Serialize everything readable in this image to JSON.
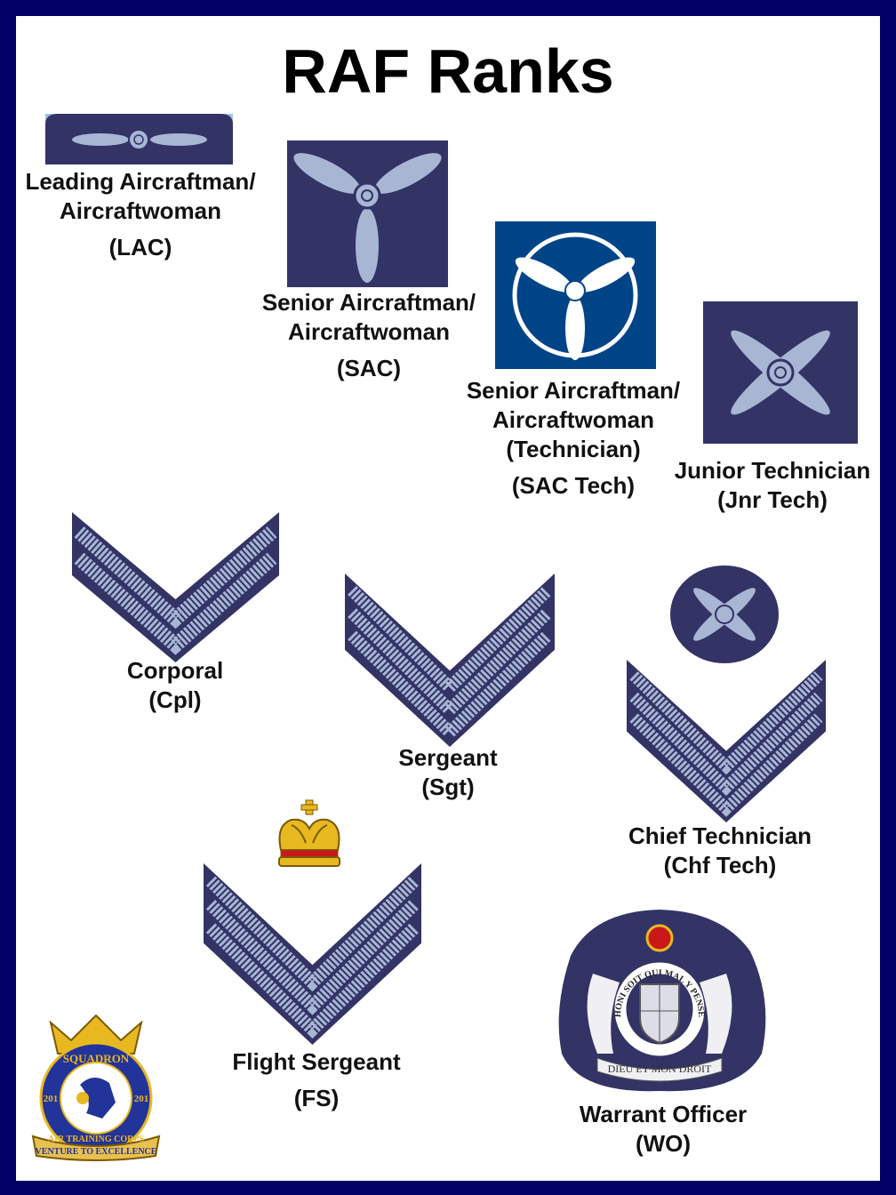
{
  "title": "RAF Ranks",
  "colors": {
    "frame": "#000066",
    "badge_navy": "#333366",
    "badge_light": "#a8b6d4",
    "sac_tech_blue": "#004488",
    "crown_gold": "#e8b820"
  },
  "ranks": [
    {
      "name_lines": [
        "Leading Aircraftman/",
        "Aircraftwoman"
      ],
      "abbr": "(LAC)",
      "icon": "two-blade-propeller-icon"
    },
    {
      "name_lines": [
        "Senior Aircraftman/",
        "Aircraftwoman"
      ],
      "abbr": "(SAC)",
      "icon": "three-blade-propeller-icon"
    },
    {
      "name_lines": [
        "Senior Aircraftman/",
        "Aircraftwoman",
        "(Technician)"
      ],
      "abbr": "(SAC Tech)",
      "icon": "ringed-propeller-icon"
    },
    {
      "name_lines": [
        "Junior Technician"
      ],
      "abbr": "(Jnr Tech)",
      "icon": "four-blade-propeller-icon"
    },
    {
      "name_lines": [
        "Corporal"
      ],
      "abbr": "(Cpl)",
      "icon": "two-chevron-icon"
    },
    {
      "name_lines": [
        "Sergeant"
      ],
      "abbr": "(Sgt)",
      "icon": "three-chevron-icon"
    },
    {
      "name_lines": [
        "Chief Technician"
      ],
      "abbr": "(Chf Tech)",
      "icon": "four-blade-propeller-over-chevrons-icon"
    },
    {
      "name_lines": [
        "Flight Sergeant"
      ],
      "abbr": "(FS)",
      "icon": "crown-over-chevrons-icon"
    },
    {
      "name_lines": [
        "Warrant Officer"
      ],
      "abbr": "(WO)",
      "icon": "royal-coat-of-arms-icon"
    }
  ],
  "logo": {
    "top": "SQUADRON",
    "number": "201",
    "ring": "AIR TRAINING CORPS",
    "motto": "VENTURE TO EXCELLENCE"
  },
  "coat_of_arms_text": {
    "garter": "HONI SOIT QUI MAL Y PENSE",
    "motto": "DIEU ET MON DROIT"
  }
}
